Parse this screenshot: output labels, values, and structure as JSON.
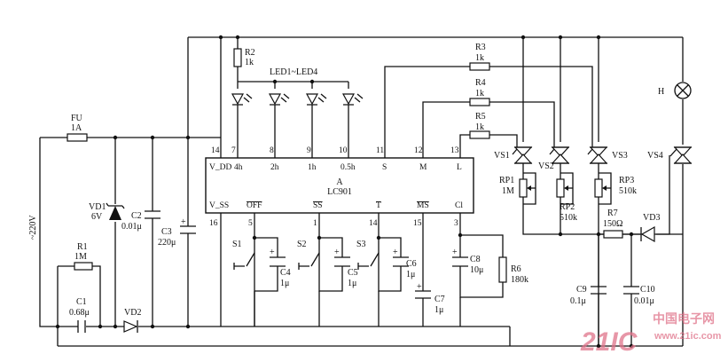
{
  "ic": {
    "name": "A",
    "part": "LC901",
    "top_pins": [
      {
        "num": "14",
        "label": "V_DD"
      },
      {
        "num": "7",
        "label": "4h"
      },
      {
        "num": "8",
        "label": "2h"
      },
      {
        "num": "9",
        "label": "1h"
      },
      {
        "num": "10",
        "label": "0.5h"
      },
      {
        "num": "11",
        "label": "S"
      },
      {
        "num": "12",
        "label": "M"
      },
      {
        "num": "13",
        "label": "L"
      }
    ],
    "bottom_pins": [
      {
        "num": "16",
        "label": "V_SS"
      },
      {
        "num": "5",
        "label": "OFF"
      },
      {
        "num": "1",
        "label": "SS"
      },
      {
        "num": "14",
        "label": "T"
      },
      {
        "num": "15",
        "label": "MS"
      },
      {
        "num": "3",
        "label": "Cl"
      }
    ]
  },
  "components": {
    "fu": {
      "name": "FU",
      "value": "1A"
    },
    "supply": "~220V",
    "vd1": {
      "name": "VD1",
      "value": "6V"
    },
    "c2": {
      "name": "C2",
      "value": "0.01μ"
    },
    "c3": {
      "name": "C3",
      "value": "220μ"
    },
    "r1": {
      "name": "R1",
      "value": "1M"
    },
    "c1": {
      "name": "C1",
      "value": "0.68μ"
    },
    "vd2": {
      "name": "VD2"
    },
    "r2": {
      "name": "R2",
      "value": "1k"
    },
    "leds": "LED1~LED4",
    "r3": {
      "name": "R3",
      "value": "1k"
    },
    "r4": {
      "name": "R4",
      "value": "1k"
    },
    "r5": {
      "name": "R5",
      "value": "1k"
    },
    "vs1": "VS1",
    "vs2": "VS2",
    "vs3": "VS3",
    "vs4": "VS4",
    "rp1": {
      "name": "RP1",
      "value": "1M"
    },
    "rp2": {
      "name": "RP2",
      "value": "510k"
    },
    "rp3": {
      "name": "RP3",
      "value": "510k"
    },
    "r7": {
      "name": "R7",
      "value": "150Ω"
    },
    "vd3": {
      "name": "VD3"
    },
    "lamp": "H",
    "c4": {
      "name": "C4",
      "value": "1μ"
    },
    "c5": {
      "name": "C5",
      "value": "1μ"
    },
    "c6": {
      "name": "C6",
      "value": "1μ"
    },
    "c7": {
      "name": "C7",
      "value": "1μ"
    },
    "c8": {
      "name": "C8",
      "value": "10μ"
    },
    "r6": {
      "name": "R6",
      "value": "180k"
    },
    "c9": {
      "name": "C9",
      "value": "0.1μ"
    },
    "c10": {
      "name": "C10",
      "value": "0.01μ"
    },
    "s1": "S1",
    "s2": "S2",
    "s3": "S3"
  },
  "watermark": {
    "text": "21IC",
    "site": "中国电子网",
    "url": "www.21ic.com",
    "color": "#e0738a"
  }
}
